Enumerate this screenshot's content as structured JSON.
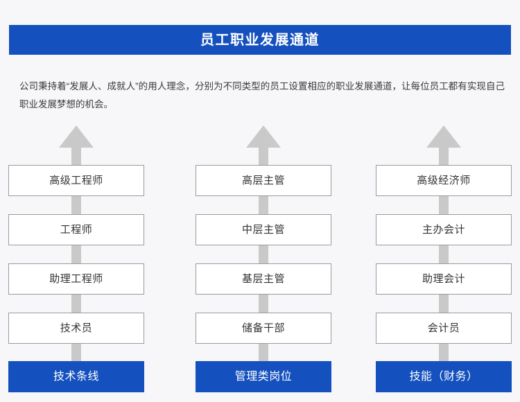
{
  "header": {
    "title": "员工职业发展通道",
    "background_color": "#1450be",
    "text_color": "#ffffff"
  },
  "intro": {
    "paragraph": "公司秉持着“发展人、成就人”的用人理念，分别为不同类型的员工设置相应的职业发展通道，让每位员工都有实现自己职业发展梦想的机会。"
  },
  "page": {
    "background_color": "#f7f7f9",
    "arrow_color": "#c9c9c9",
    "box_border_color": "#9a9a9a",
    "accent_color": "#1450be"
  },
  "columns": [
    {
      "arrow_icon": "arrow-up-icon",
      "levels": [
        "高级工程师",
        "工程师",
        "助理工程师",
        "技术员"
      ],
      "track": "技术条线"
    },
    {
      "arrow_icon": "arrow-up-icon",
      "levels": [
        "高层主管",
        "中层主管",
        "基层主管",
        "储备干部"
      ],
      "track": "管理类岗位"
    },
    {
      "arrow_icon": "arrow-up-icon",
      "levels": [
        "高级经济师",
        "主办会计",
        "助理会计",
        "会计员"
      ],
      "track": "技能（财务）"
    }
  ]
}
